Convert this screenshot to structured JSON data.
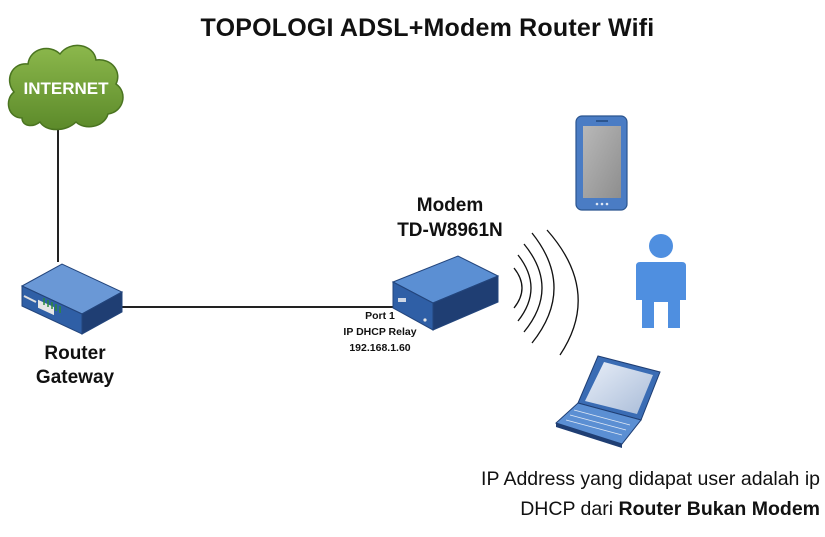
{
  "title": "TOPOLOGI ADSL+Modem Router Wifi",
  "internet": {
    "label": "INTERNET"
  },
  "router": {
    "line1": "Router",
    "line2": "Gateway"
  },
  "modem": {
    "line1": "Modem",
    "line2": "TD-W8961N"
  },
  "port": {
    "line1": "Port 1",
    "line2": "IP DHCP Relay",
    "line3": "192.168.1.60"
  },
  "note": {
    "line1": "IP Address yang didapat user adalah ip",
    "line2_prefix": "DHCP dari ",
    "line2_bold": "Router Bukan Modem"
  },
  "colors": {
    "cloud": "#6e9a36",
    "device_blue": "#4f7ec0",
    "device_dark": "#1f3e73",
    "line": "#222222"
  },
  "icons": [
    "cloud-icon",
    "router-icon",
    "modem-icon",
    "wifi-waves-icon",
    "smartphone-icon",
    "user-icon",
    "laptop-icon"
  ]
}
